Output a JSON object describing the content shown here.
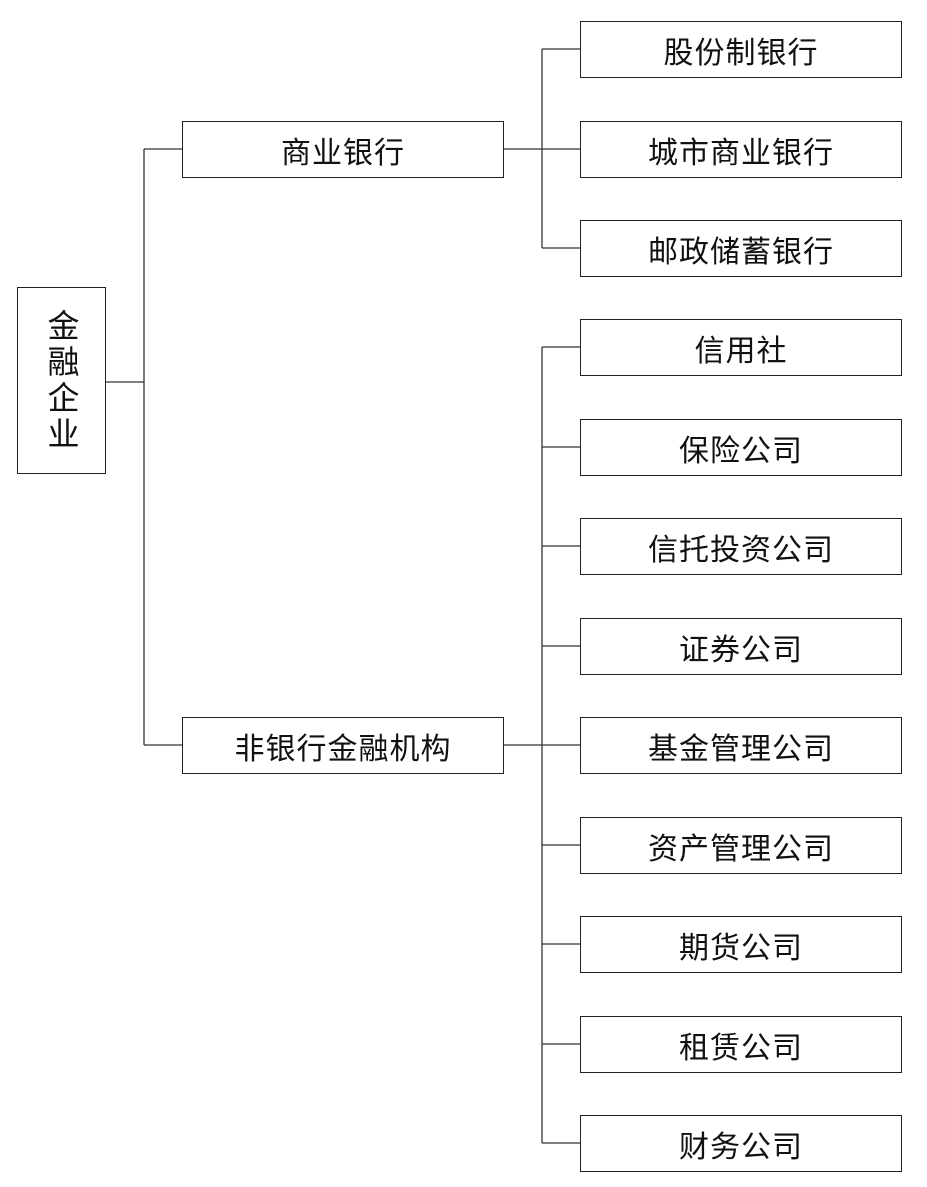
{
  "diagram": {
    "root": {
      "label": "金融企业"
    },
    "branches": [
      {
        "label": "商业银行",
        "children": [
          "股份制银行",
          "城市商业银行",
          "邮政储蓄银行"
        ]
      },
      {
        "label": "非银行金融机构",
        "children": [
          "信用社",
          "保险公司",
          "信托投资公司",
          "证券公司",
          "基金管理公司",
          "资产管理公司",
          "期货公司",
          "租赁公司",
          "财务公司"
        ]
      }
    ],
    "line_color": "#333333"
  }
}
